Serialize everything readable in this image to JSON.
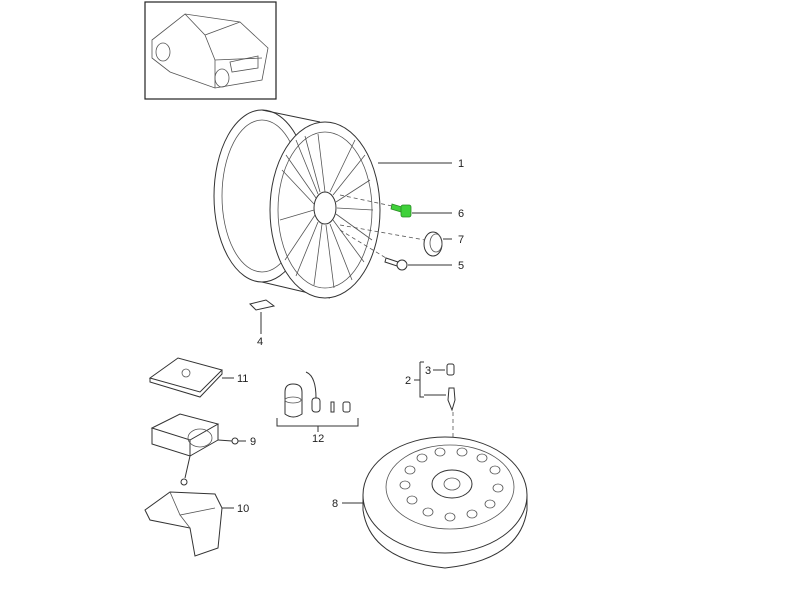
{
  "labels": {
    "p1": "1",
    "p2": "2",
    "p3": "3",
    "p4": "4",
    "p5": "5",
    "p6": "6",
    "p7": "7",
    "p8": "8",
    "p9": "9",
    "p10": "10",
    "p11": "11",
    "p12": "12"
  },
  "colors": {
    "highlight": "#3fd13a",
    "line": "#333333"
  }
}
